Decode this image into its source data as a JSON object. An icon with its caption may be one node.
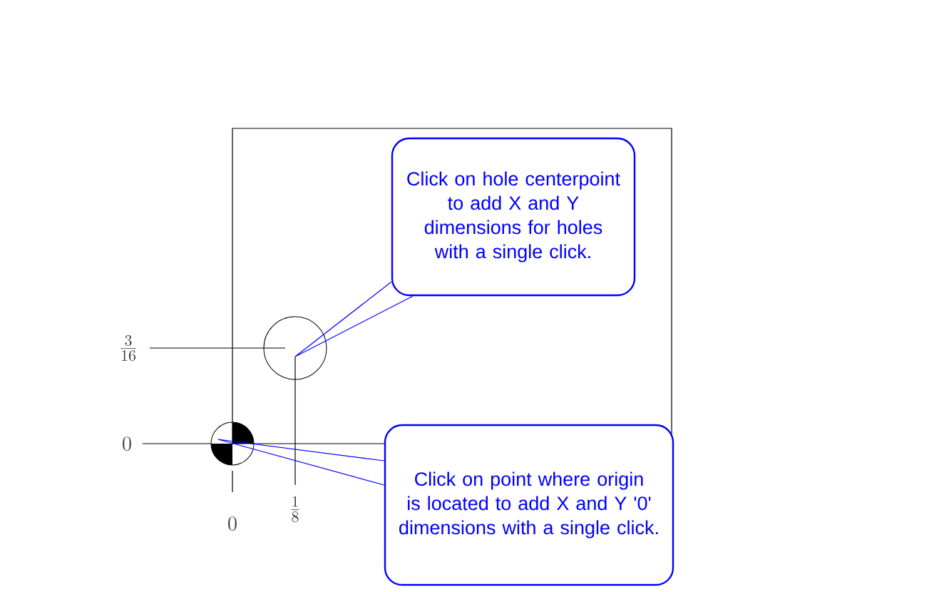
{
  "diagram": {
    "nodes": [
      {
        "text": [
          "Click on hole centerpoint to add X and Y dimensions for holes with a single click."
        ]
      },
      {
        "text": [
          "Click on point where origin is located to add X and Y '0' dimensions with a single click."
        ]
      },
      {
        "text": [],
        "shape": "circle"
      },
      {
        "text": [],
        "shape": "circle"
      }
    ],
    "edges": [
      {
        "from": 0,
        "to": 2,
        "arrow": "none",
        "color": "#0000ff"
      },
      {
        "from": 1,
        "to": 3,
        "arrow": "none",
        "color": "#0000ff"
      }
    ],
    "labels": [
      "\\frac{3}{16}",
      "0",
      "0",
      "\\frac{1}{8}"
    ]
  }
}
